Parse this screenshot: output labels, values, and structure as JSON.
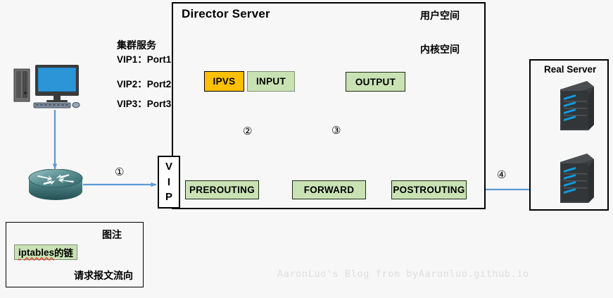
{
  "director": {
    "title": "Director Server",
    "user_space_label": "用户空间",
    "kernel_space_label": "内核空间"
  },
  "cluster_service": {
    "title": "集群服务",
    "entries": [
      "VIP1：Port1",
      "VIP2：Port2",
      "VIP3：Port3"
    ]
  },
  "vip_box": {
    "letters": [
      "V",
      "I",
      "P"
    ]
  },
  "modules": {
    "ipvs": "IPVS",
    "input": "INPUT",
    "output": "OUTPUT",
    "prerouting": "PREROUTING",
    "forward": "FORWARD",
    "postrouting": "POSTROUTING"
  },
  "steps": {
    "one": "①",
    "two": "②",
    "three": "③",
    "four": "④"
  },
  "real_server": {
    "title": "Real Server"
  },
  "legend": {
    "title": "图注",
    "chain_label_main": "iptables",
    "chain_label_suffix": "的链",
    "flow_label": "请求报文流向"
  },
  "watermark": {
    "text": "AaronLuo's Blog from byAaronluo.github.io"
  },
  "colors": {
    "chain_green": "#c9e2b4",
    "ipvs_amber": "#ffc000",
    "arrow_blue": "#5b9bd5",
    "frame_black": "#000000",
    "watermark_gray": "#dedede"
  }
}
